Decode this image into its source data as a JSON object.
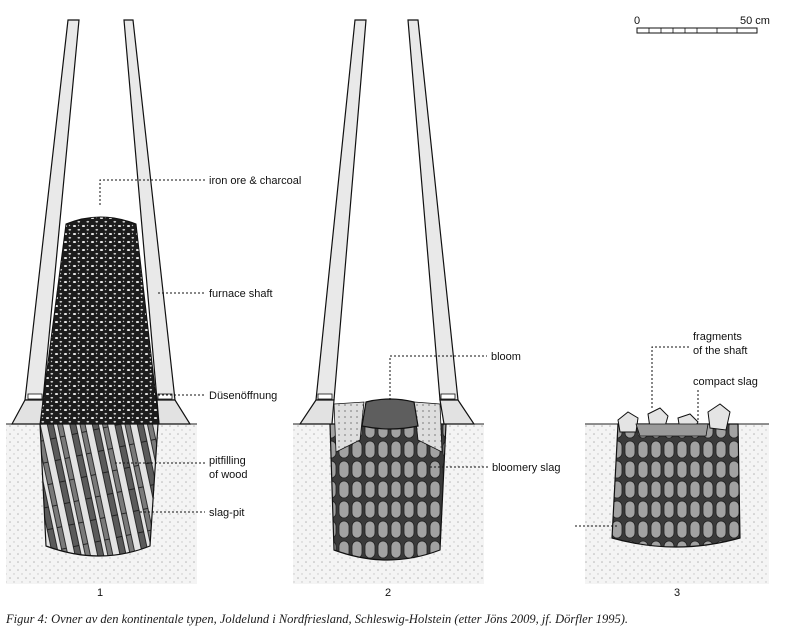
{
  "scale_bar": {
    "start": "0",
    "end": "50 cm"
  },
  "labels": {
    "ore": "iron ore & charcoal",
    "shaft": "furnace shaft",
    "dusen": "Düsenöffnung",
    "pit1": "pitfilling",
    "pit2": "of wood",
    "slagpit": "slag-pit",
    "bloom": "bloom",
    "bloomery": "bloomery slag",
    "frag1": "fragments",
    "frag2": "of the shaft",
    "compact": "compact slag"
  },
  "stages": [
    "1",
    "2",
    "3"
  ],
  "caption": "Figur 4: Ovner av den kontinentale typen, Joldelund i Nordfriesland, Schleswig-Holstein (etter Jöns 2009, jf. Dörfler 1995).",
  "colors": {
    "ink": "#111111",
    "shaft_fill": "#e9e9e9",
    "charge": "#1e1e1e",
    "slag": "#8a8a8a",
    "ground": "#f1f1f1"
  }
}
